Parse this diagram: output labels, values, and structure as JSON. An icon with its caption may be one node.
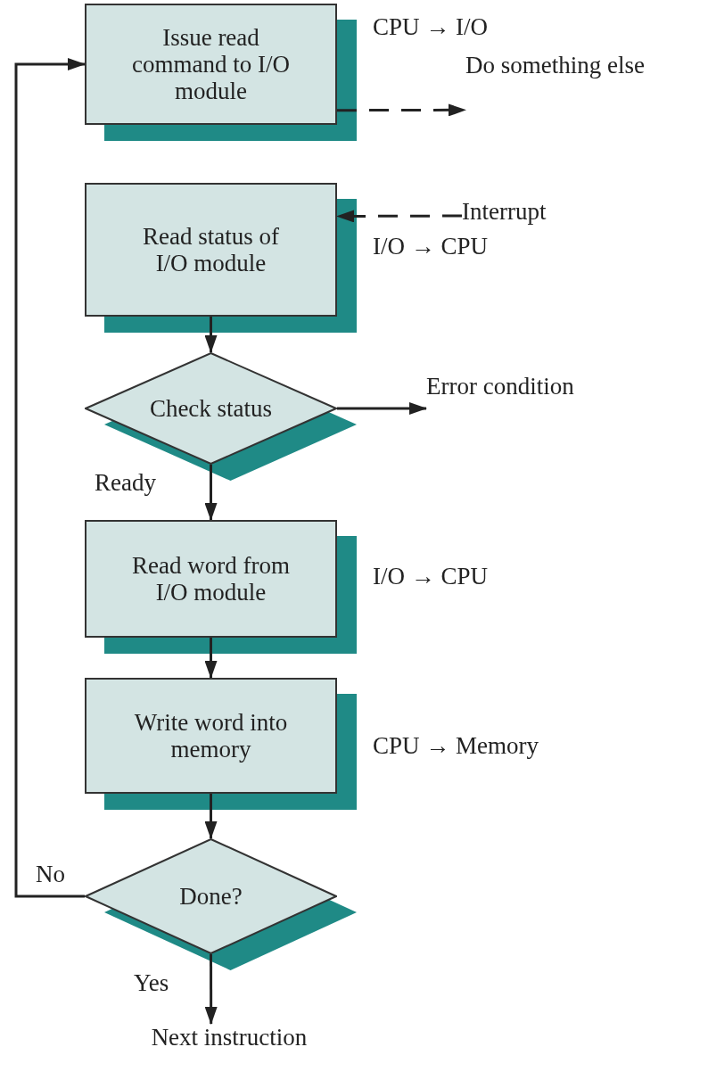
{
  "diagram": {
    "nodes": [
      {
        "text": [
          "Issue read command to I/O module"
        ]
      },
      {
        "text": [
          "Do something else"
        ]
      },
      {
        "text": [
          "Read status of I/O module"
        ]
      },
      {
        "text": [
          "Interrupt"
        ]
      },
      {
        "text": [
          "Check status"
        ]
      },
      {
        "text": [
          "Error condition"
        ]
      },
      {
        "text": [
          "Read word from I/O module"
        ]
      },
      {
        "text": [
          "Write word into memory"
        ]
      },
      {
        "text": [
          "Done?"
        ]
      },
      {
        "text": [
          "Next instruction"
        ]
      }
    ],
    "edges": [
      {
        "from": 0,
        "to": 1,
        "arrow": "to",
        "style": "dashed"
      },
      {
        "from": 3,
        "to": 2,
        "arrow": "to",
        "style": "dashed"
      },
      {
        "from": 2,
        "to": 4,
        "arrow": "to"
      },
      {
        "from": 4,
        "to": 5,
        "arrow": "to"
      },
      {
        "from": 4,
        "to": 6,
        "arrow": "to",
        "label": "Ready"
      },
      {
        "from": 6,
        "to": 7,
        "arrow": "to"
      },
      {
        "from": 7,
        "to": 8,
        "arrow": "to"
      },
      {
        "from": 8,
        "to": 0,
        "arrow": "to",
        "label": "No"
      },
      {
        "from": 8,
        "to": 9,
        "arrow": "to",
        "label": "Yes"
      }
    ],
    "labels": [
      "CPU → I/O",
      "I/O → CPU",
      "I/O → CPU",
      "CPU → Memory"
    ]
  }
}
